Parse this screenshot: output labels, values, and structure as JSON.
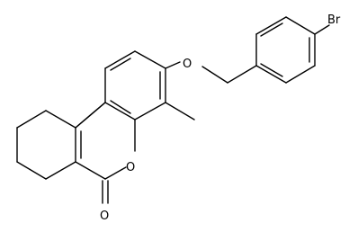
{
  "structure": {
    "atoms": {
      "bromine": "Br",
      "ether_oxygen": "O",
      "ring_oxygen": "O",
      "carbonyl_oxygen": "O"
    },
    "colors": {
      "bond": "#000000",
      "label": "#000000",
      "background": "#ffffff"
    }
  }
}
